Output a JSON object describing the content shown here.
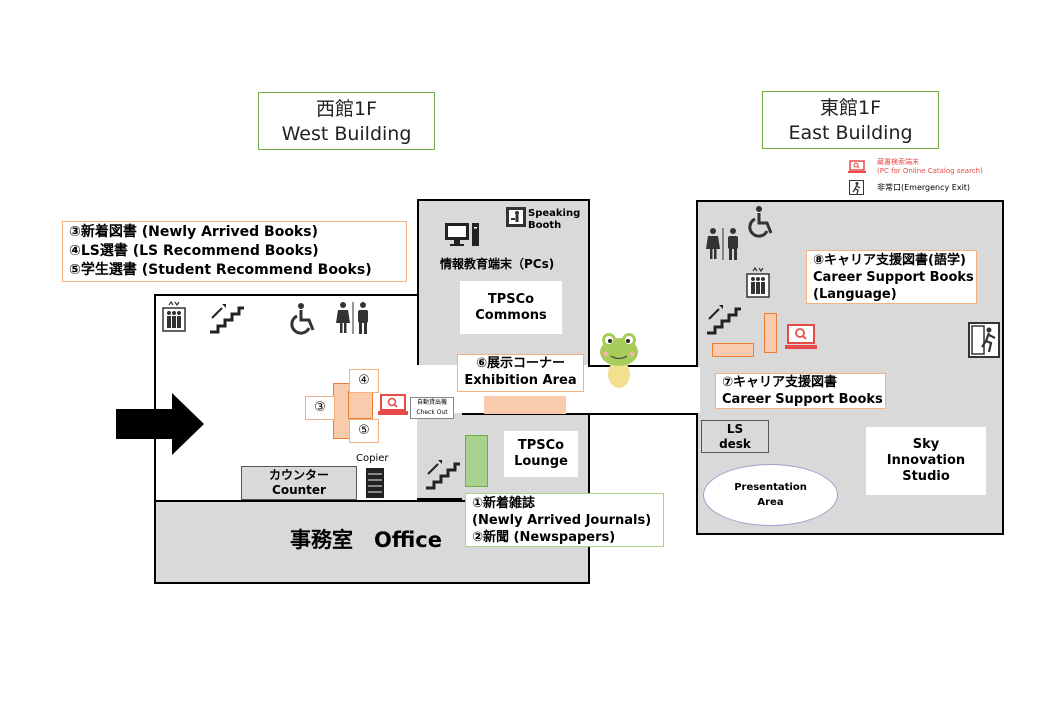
{
  "title_west": {
    "line1": "西館1F",
    "line2": "West Building"
  },
  "title_east": {
    "line1": "東館1F",
    "line2": "East Building"
  },
  "legend": {
    "opac": "蔵書検索端末\n(PC for Online Catalog search)",
    "exit": "非常口(Emergency Exit)",
    "opac_color": "#e84a4a"
  },
  "selection_box": {
    "line1": "③新着図書 (Newly Arrived Books)",
    "line2": "④LS選書 (LS Recommend Books)",
    "line3": "⑤学生選書 (Student Recommend Books)"
  },
  "speaking_booth": "Speaking\nBooth",
  "pc_label": "情報教育端末（PCs)",
  "commons": "TPSCo\nCommons",
  "exhibition": {
    "line1": "⑥展示コーナー",
    "line2": "Exhibition Area"
  },
  "lounge": "TPSCo\nLounge",
  "journals": {
    "line1": "①新着雑誌",
    "line2": "(Newly Arrived Journals)",
    "line3": "②新聞 (Newspapers)"
  },
  "office": "事務室　Office",
  "counter": "カウンター\nCounter",
  "copier": "Copier",
  "checkout": {
    "line1": "自動貸出機",
    "line2": "Check Out"
  },
  "shelf_numbers": {
    "n3": "③",
    "n4": "④",
    "n5": "⑤"
  },
  "career_language": {
    "line1": "⑧キャリア支援図書(語学)",
    "line2": "Career Support Books",
    "line3": "(Language)"
  },
  "career": {
    "line1": "⑦キャリア支援図書",
    "line2": "Career Support Books"
  },
  "ls_desk": "LS\ndesk",
  "sky_studio": "Sky\nInnovation\nStudio",
  "presentation": "Presentation\nArea",
  "colors": {
    "floor": "#d9d9d9",
    "shelf": "#f8cbad",
    "journal_rack": "#a9d18e",
    "title_border": "#70ad47",
    "note_border": "#f4b183"
  }
}
